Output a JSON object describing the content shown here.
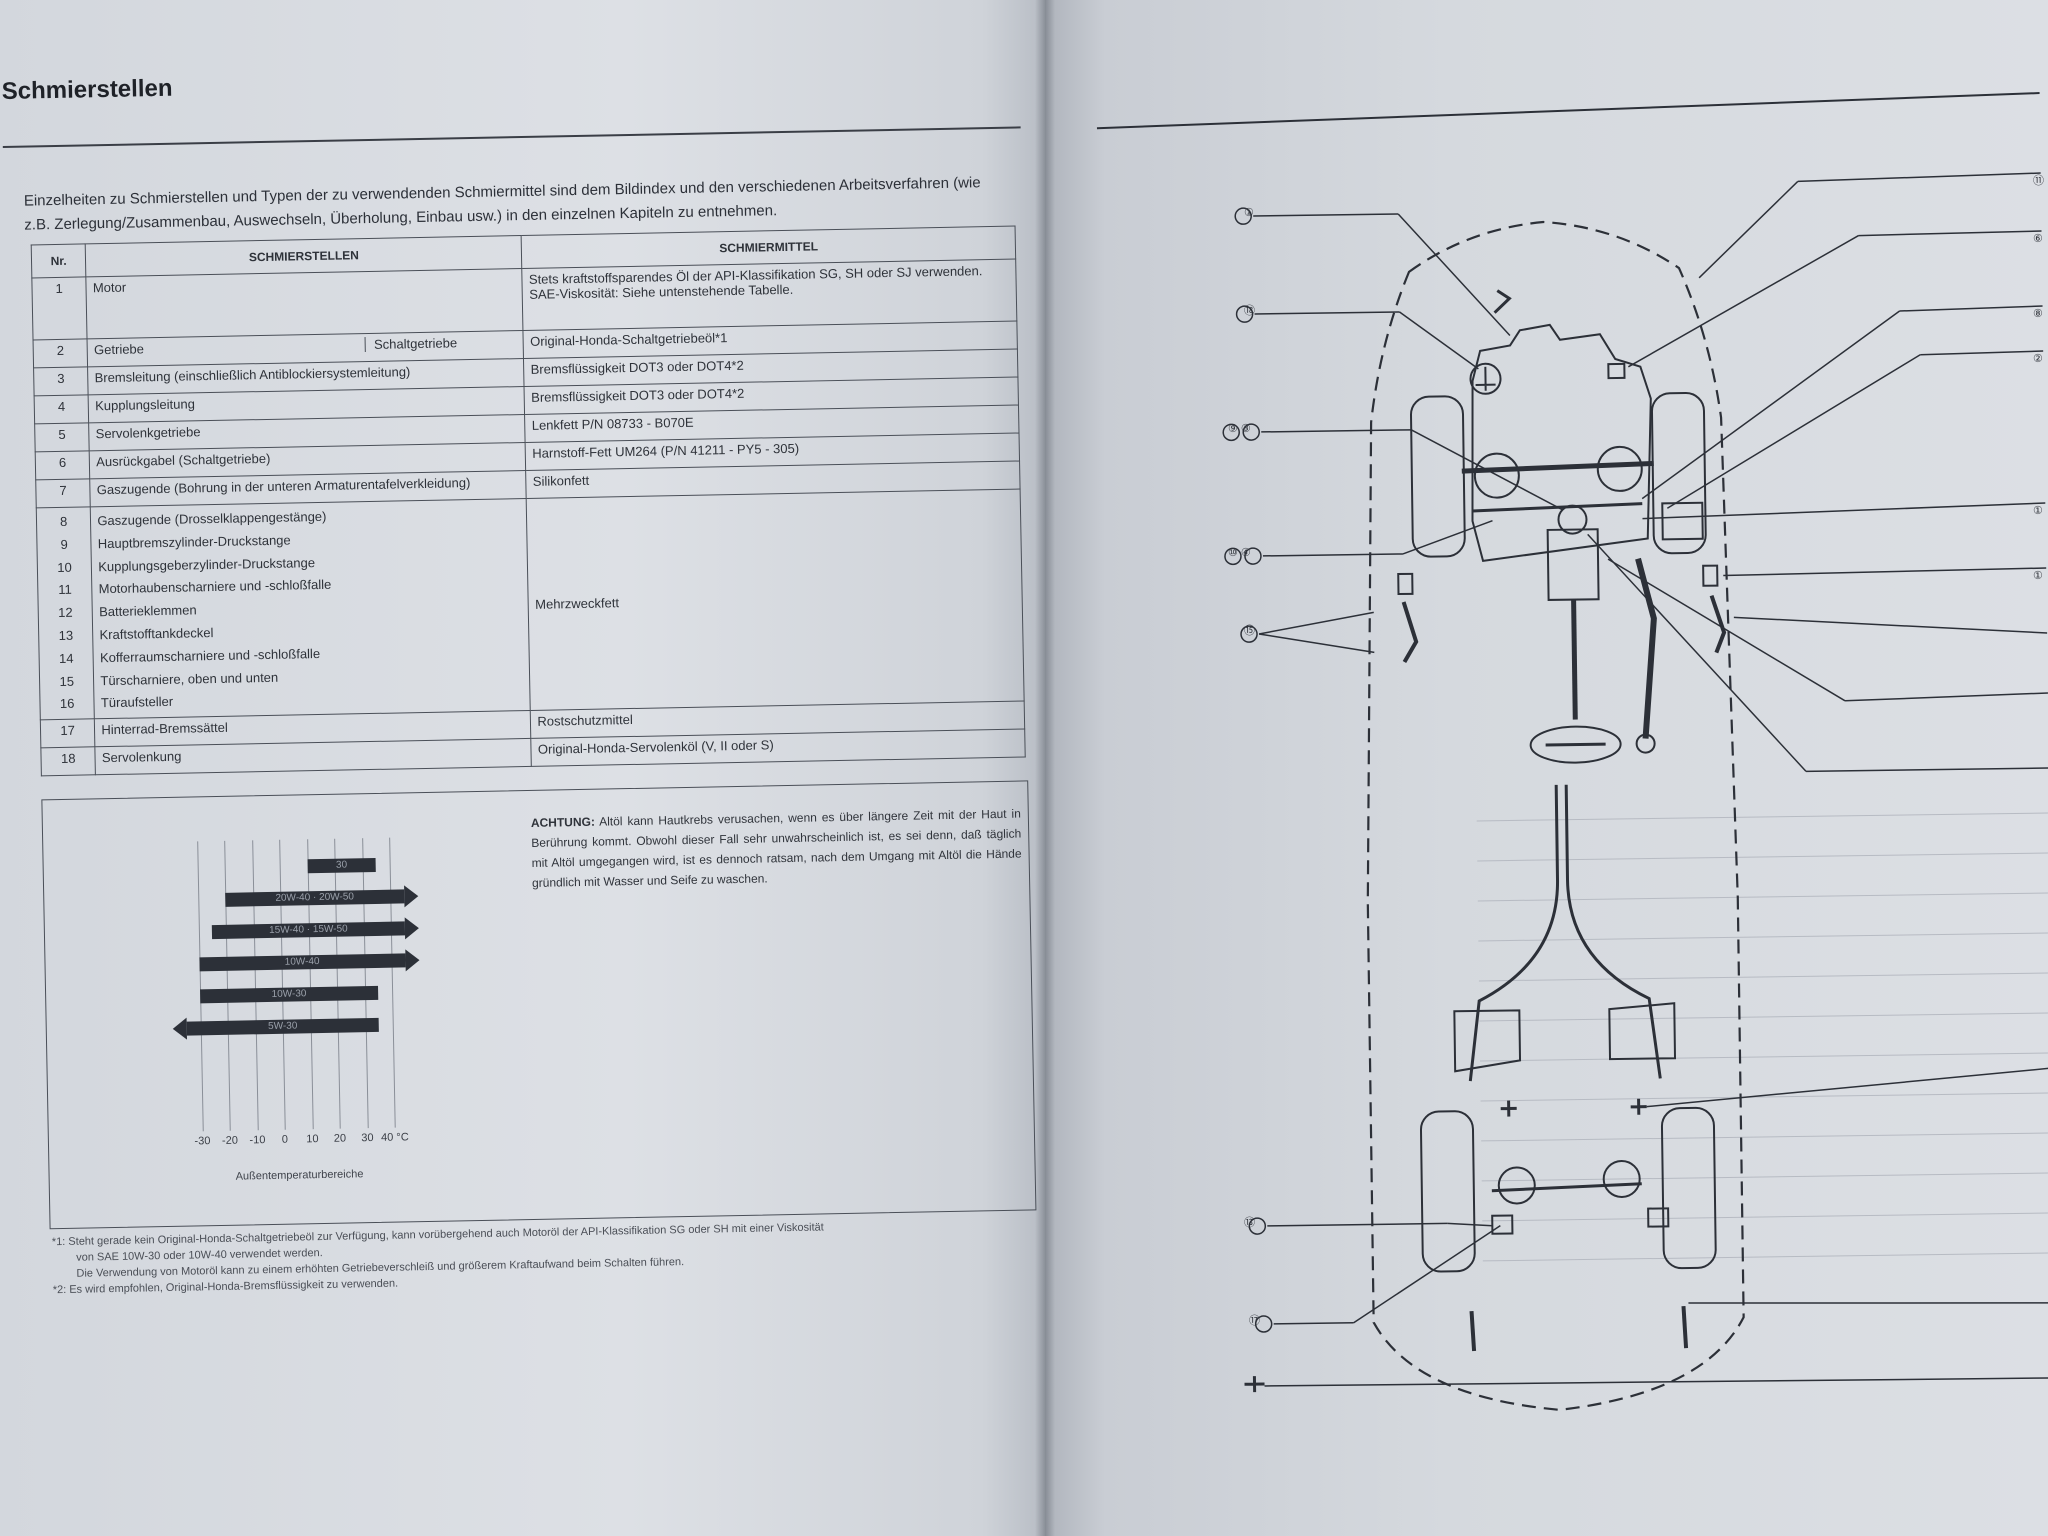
{
  "left_page": {
    "title": "Schmierstellen",
    "intro": "Einzelheiten zu Schmierstellen und Typen der zu verwendenden Schmiermittel sind dem Bildindex und den verschiedenen Arbeitsverfahren (wie z.B. Zerlegung/Zusammenbau, Auswechseln, Überholung, Einbau usw.) in den einzelnen Kapiteln zu entnehmen.",
    "table": {
      "headers": [
        "Nr.",
        "SCHMIERSTELLEN",
        "SCHMIERMITTEL"
      ],
      "rows": [
        {
          "nr": "1",
          "point": "Motor",
          "lubricant": "Stets kraftstoffsparendes Öl der API-Klassifikation SG, SH oder SJ verwenden. SAE-Viskosität: Siehe untenstehende Tabelle."
        },
        {
          "nr": "2",
          "point": "Getriebe",
          "point_sub": "Schaltgetriebe",
          "lubricant": "Original-Honda-Schaltgetriebeöl*1"
        },
        {
          "nr": "3",
          "point": "Bremsleitung (einschließlich Antiblockiersystemleitung)",
          "lubricant": "Bremsflüssigkeit DOT3 oder DOT4*2"
        },
        {
          "nr": "4",
          "point": "Kupplungsleitung",
          "lubricant": "Bremsflüssigkeit DOT3 oder DOT4*2"
        },
        {
          "nr": "5",
          "point": "Servolenkgetriebe",
          "lubricant": "Lenkfett P/N 08733 - B070E"
        },
        {
          "nr": "6",
          "point": "Ausrückgabel (Schaltgetriebe)",
          "lubricant": "Harnstoff-Fett UM264 (P/N 41211 - PY5 - 305)"
        },
        {
          "nr": "7",
          "point": "Gaszugende (Bohrung in der unteren Armaturentafelverkleidung)",
          "lubricant": "Silikonfett"
        }
      ],
      "group": {
        "nrs": [
          "8",
          "9",
          "10",
          "11",
          "12",
          "13",
          "14",
          "15",
          "16"
        ],
        "points": [
          "Gaszugende (Drosselklappengestänge)",
          "Hauptbremszylinder-Druckstange",
          "Kupplungsgeberzylinder-Druckstange",
          "Motorhaubenscharniere und -schloßfalle",
          "Batterieklemmen",
          "Kraftstofftankdeckel",
          "Kofferraumscharniere und -schloßfalle",
          "Türscharniere, oben und unten",
          "Türaufsteller"
        ],
        "lubricant": "Mehrzweckfett"
      },
      "rows_after": [
        {
          "nr": "17",
          "point": "Hinterrad-Bremssättel",
          "lubricant": "Rostschutzmittel"
        },
        {
          "nr": "18",
          "point": "Servolenkung",
          "lubricant": "Original-Honda-Servolenköl (V, II oder S)"
        }
      ]
    },
    "warning": {
      "lead": "ACHTUNG:",
      "text": "Altöl kann Hautkrebs verusachen, wenn es über längere Zeit mit der Haut in Berührung kommt. Obwohl dieser Fall sehr unwahrscheinlich ist, es sei denn, daß täglich mit Altöl umgegangen wird, ist es dennoch ratsam, nach dem Umgang mit Altöl die Hände gründlich mit Wasser und Seife zu waschen."
    },
    "viscosity_chart": {
      "bars": [
        {
          "label": "30",
          "from": 10,
          "to": 35,
          "arrow": "none"
        },
        {
          "label": "20W-40 · 20W-50",
          "from": -20,
          "to": 45,
          "arrow": "right"
        },
        {
          "label": "15W-40 · 15W-50",
          "from": -25,
          "to": 45,
          "arrow": "right"
        },
        {
          "label": "10W-40",
          "from": -30,
          "to": 45,
          "arrow": "right"
        },
        {
          "label": "10W-30",
          "from": -30,
          "to": 35,
          "arrow": "none"
        },
        {
          "label": "5W-30",
          "from": -35,
          "to": 35,
          "arrow": "left"
        }
      ],
      "ticks": [
        "-30",
        "-20",
        "-10",
        "0",
        "10",
        "20",
        "30",
        "40 °C"
      ],
      "xlabel": "Außentemperaturbereiche"
    },
    "footnotes": [
      "*1: Steht gerade kein Original-Honda-Schaltgetriebeöl zur Verfügung, kann vorübergehend auch Motoröl der API-Klassifikation SG oder SH mit einer Viskosität",
      "von SAE 10W-30 oder 10W-40 verwendet werden.",
      "Die Verwendung von Motoröl kann zu einem erhöhten Getriebeverschleiß und größerem Kraftaufwand beim Schalten führen.",
      "*2: Es wird empfohlen, Original-Honda-Bremsflüssigkeit zu verwenden."
    ]
  },
  "right_page": {
    "callouts_left": [
      "①",
      "⑱",
      "⑨ ③",
      "⑩ ④",
      "⑮",
      "⑬",
      "⑰"
    ],
    "callouts_right": [
      "⑪",
      "⑥",
      "⑧",
      "②",
      "①",
      "①"
    ]
  },
  "colors": {
    "page": "#d8dbe0",
    "ink": "#2c3038",
    "background": "#9aa0aa"
  }
}
